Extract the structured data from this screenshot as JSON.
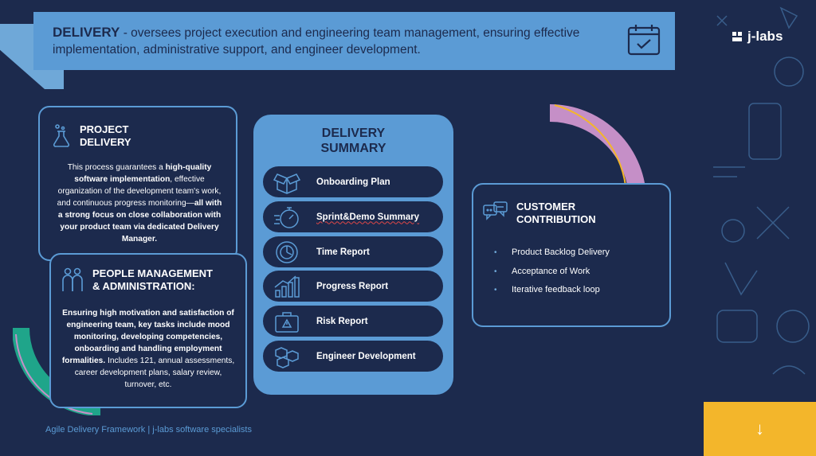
{
  "header": {
    "title": "DELIVERY",
    "description": "- oversees project execution and engineering team management, ensuring effective implementation, administrative support, and engineer development."
  },
  "brand": {
    "name": "j-labs",
    "icon": "j-labs-logo-icon"
  },
  "project_delivery": {
    "title_line1": "PROJECT",
    "title_line2": "DELIVERY",
    "icon": "flask-icon",
    "text_1": "This process guarantees a ",
    "bold_1": "high-quality software implementation",
    "text_2": ", effective organization of the development team's work, and continuous progress monitoring—",
    "bold_2": "all with a strong focus on close collaboration with your product team via dedicated Delivery Manager."
  },
  "people_management": {
    "title_line1": "PEOPLE MANAGEMENT",
    "title_line2": "& ADMINISTRATION:",
    "icon": "people-icon",
    "bold_1": "Ensuring high motivation and satisfaction of engineering team, key tasks include mood monitoring, developing competencies, onboarding and handling employment formalities.",
    "text_1": " Includes 121, annual assessments, career development plans, salary review, turnover, etc."
  },
  "summary": {
    "title_line1": "DELIVERY",
    "title_line2": "SUMMARY",
    "items": [
      {
        "label": "Onboarding Plan",
        "icon": "open-box-icon"
      },
      {
        "label": "Sprint&Demo Summary",
        "icon": "stopwatch-icon"
      },
      {
        "label": "Time Report",
        "icon": "clock-chart-icon"
      },
      {
        "label": "Progress Report",
        "icon": "growth-chart-icon"
      },
      {
        "label": "Risk Report",
        "icon": "briefcase-warning-icon"
      },
      {
        "label": "Engineer Development",
        "icon": "cubes-icon"
      }
    ]
  },
  "customer": {
    "title_line1": "CUSTOMER",
    "title_line2": "CONTRIBUTION",
    "icon": "chat-bubbles-icon",
    "items": [
      "Product Backlog Delivery",
      "Acceptance of Work",
      "Iterative feedback loop"
    ]
  },
  "footer": {
    "text": "Agile Delivery Framework | j-labs software specialists"
  },
  "next_button": {
    "label": "↓"
  },
  "colors": {
    "background": "#1c2a4d",
    "accent_blue": "#5b9bd5",
    "accent_yellow": "#f3b62b",
    "accent_pink": "#c58fc7",
    "accent_teal": "#1fa58a"
  }
}
